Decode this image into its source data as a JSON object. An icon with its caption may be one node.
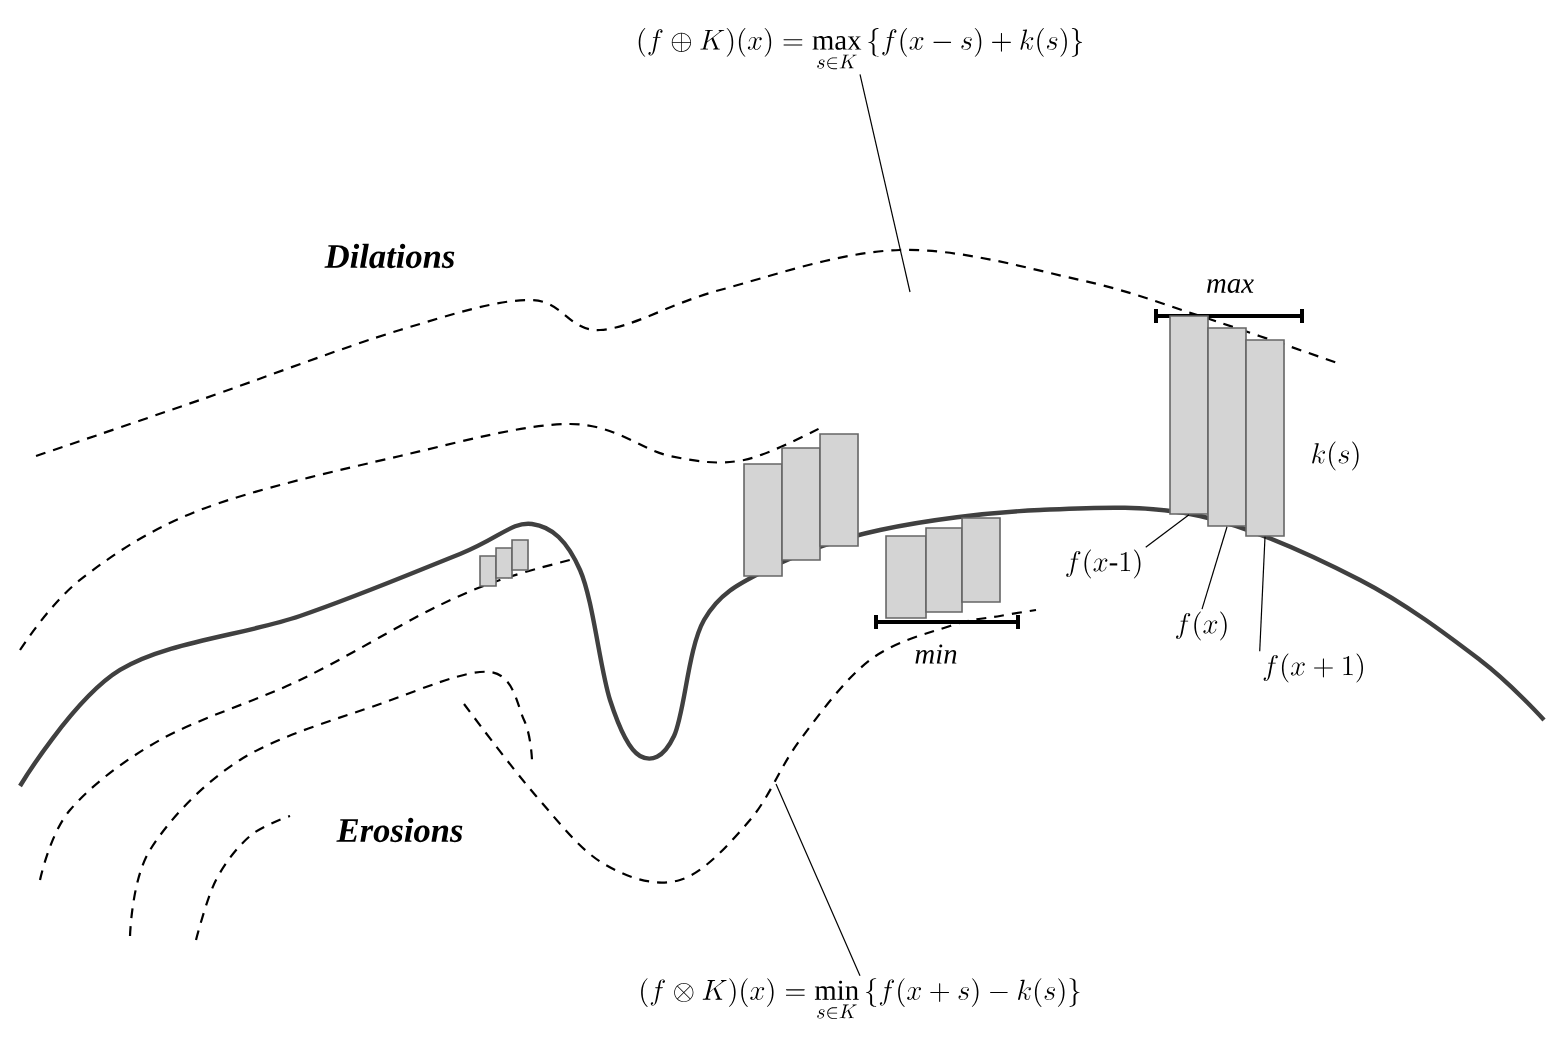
{
  "diagram": {
    "nodes": [
      {
        "text": [
          "(f \\oplus K)(x) = \\max_{s\\in K}\\left\\{f(x-s)+k(s)\\right\\}"
        ]
      },
      {
        "text": [
          "(f \\otimes K)(x) = \\min_{s\\in K}\\left\\{f(x+s)-k(s)\\right\\}"
        ]
      },
      {
        "text": [
          "f(x\\text{-}1)"
        ]
      },
      {
        "text": [
          "f(x)"
        ]
      },
      {
        "text": [
          "f(x+1)"
        ]
      },
      {
        "text": [],
        "shape": "bar"
      },
      {
        "text": [],
        "shape": "bar"
      },
      {
        "text": [],
        "shape": "bar"
      }
    ],
    "edges": [
      {
        "from": 0,
        "to": null,
        "arrow": "none"
      },
      {
        "from": 1,
        "to": null,
        "arrow": "none"
      },
      {
        "from": 2,
        "to": 5,
        "arrow": "none"
      },
      {
        "from": 3,
        "to": 6,
        "arrow": "none"
      },
      {
        "from": 4,
        "to": 7,
        "arrow": "none"
      }
    ],
    "labels": [
      "Dilations",
      "max",
      "k(s)",
      "min",
      "Erosions"
    ]
  }
}
